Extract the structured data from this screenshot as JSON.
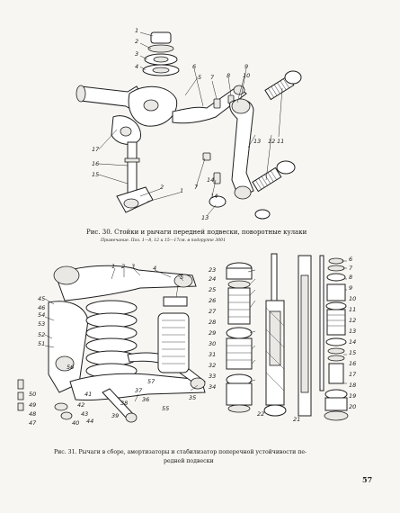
{
  "figure30": {
    "caption": "Рис. 30. Стойки и рычаги передней подвески, поворотные кулаки",
    "note": "Примечание. Поз. 1—8, 12 и 15—17см. в подгруппе 3001",
    "labels": [
      "1",
      "2",
      "3",
      "4",
      "5",
      "6",
      "7",
      "8",
      "9",
      "10",
      "11",
      "12",
      "13",
      "14",
      "15",
      "16",
      "17",
      "1",
      "2",
      "7",
      "13",
      "14"
    ]
  },
  "figure31": {
    "caption_line1": "Рис. 31. Рычаги в сборе, амортизаторы и стабилизатор поперечной устойчивости пе-",
    "caption_line2": "редней подвески",
    "labels": [
      "1",
      "2",
      "3",
      "4",
      "5",
      "6",
      "7",
      "8",
      "9",
      "10",
      "11",
      "12",
      "13",
      "14",
      "15",
      "16",
      "17",
      "18",
      "19",
      "20",
      "21",
      "22",
      "23",
      "24",
      "25",
      "26",
      "27",
      "28",
      "29",
      "30",
      "31",
      "32",
      "33",
      "34",
      "35",
      "36",
      "37",
      "38",
      "39",
      "40",
      "41",
      "42",
      "43",
      "44",
      "45",
      "46",
      "47",
      "48",
      "49",
      "50",
      "51",
      "52",
      "53",
      "54",
      "55",
      "56",
      "57"
    ]
  },
  "page_number": "57"
}
